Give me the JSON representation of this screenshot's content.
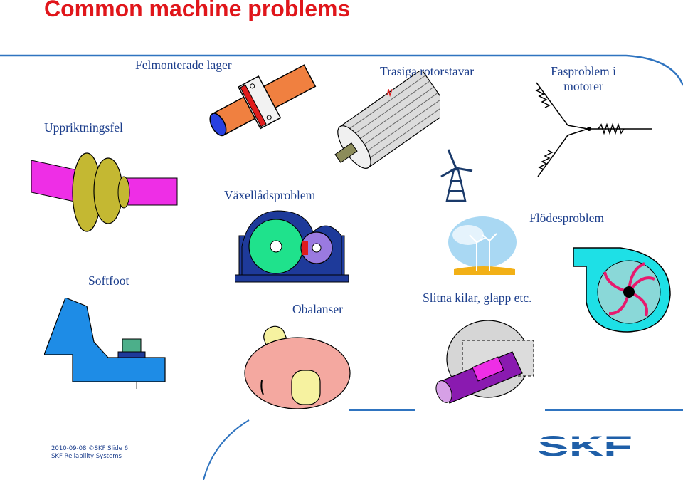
{
  "slide": {
    "title": "Common machine problems",
    "labels": {
      "felmonterade_lager": "Felmonterade lager",
      "trasiga_rotorstavar": "Trasiga rotorstavar",
      "fasproblem_line1": "Fasproblem i",
      "fasproblem_line2": "motorer",
      "uppriktningsfel": "Uppriktningsfel",
      "vaxelladsproblem": "Växellådsproblem",
      "flodesproblem": "Flödesproblem",
      "softfoot": "Softfoot",
      "obalanser": "Obalanser",
      "slitna_kilar": "Slitna kilar, glapp etc."
    },
    "footer": {
      "date": "2010-09-08",
      "copyright": "©SKF",
      "slide": "Slide 6",
      "company": "SKF Reliability Systems"
    },
    "logo_text": "SKF"
  },
  "colors": {
    "title": "#e0161b",
    "label": "#1c3e8c",
    "skf_blue": "#1f5fa8",
    "accent_line": "#1f5fa8"
  }
}
